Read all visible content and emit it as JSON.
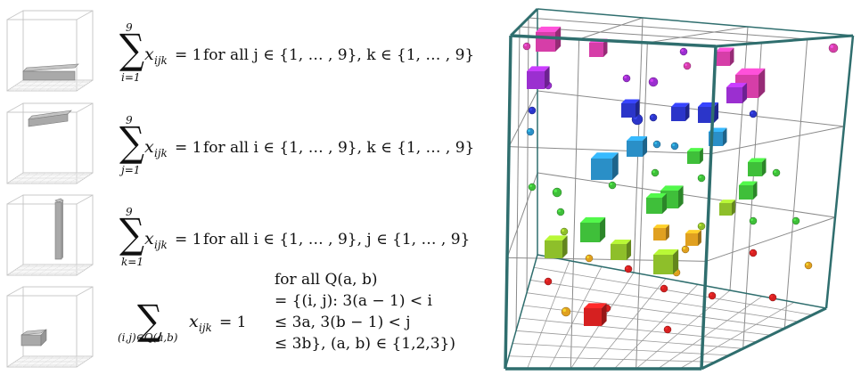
{
  "constraints": [
    {
      "upper": "9",
      "lower": "i=1",
      "term": "x",
      "sub": "ijk",
      "rhs": "= 1",
      "condition": "for all j ∈ {1, … , 9}, k ∈ {1, … , 9}",
      "thumb": "row-bar"
    },
    {
      "upper": "9",
      "lower": "j=1",
      "term": "x",
      "sub": "ijk",
      "rhs": "= 1",
      "condition": "for all i ∈ {1, … , 9}, k ∈ {1, … , 9}",
      "thumb": "column-bar"
    },
    {
      "upper": "9",
      "lower": "k=1",
      "term": "x",
      "sub": "ijk",
      "rhs": "= 1",
      "condition": "for all i ∈ {1, … , 9}, j ∈ {1, … , 9}",
      "thumb": "vertical-pillar"
    },
    {
      "upper": "",
      "lower": "(i,j)∈Q(a,b)",
      "term": "x",
      "sub": "ijk",
      "rhs": "= 1",
      "condition_lines": [
        "for all Q(a, b)",
        "= {(i, j): 3(a − 1) < i",
        "≤ 3a, 3(b − 1) < j",
        "≤ 3b}, (a, b) ∈ {1,2,3})"
      ],
      "thumb": "block-slab"
    }
  ],
  "visual": {
    "frame_color": "#2f6e6e",
    "grid_color": "#8a8a8a",
    "level_colors": [
      "#d63ea8",
      "#9b2fd0",
      "#2b35c9",
      "#2a8fc7",
      "#3fbf3a",
      "#8ebf2a",
      "#e0a020",
      "#d62020"
    ]
  }
}
